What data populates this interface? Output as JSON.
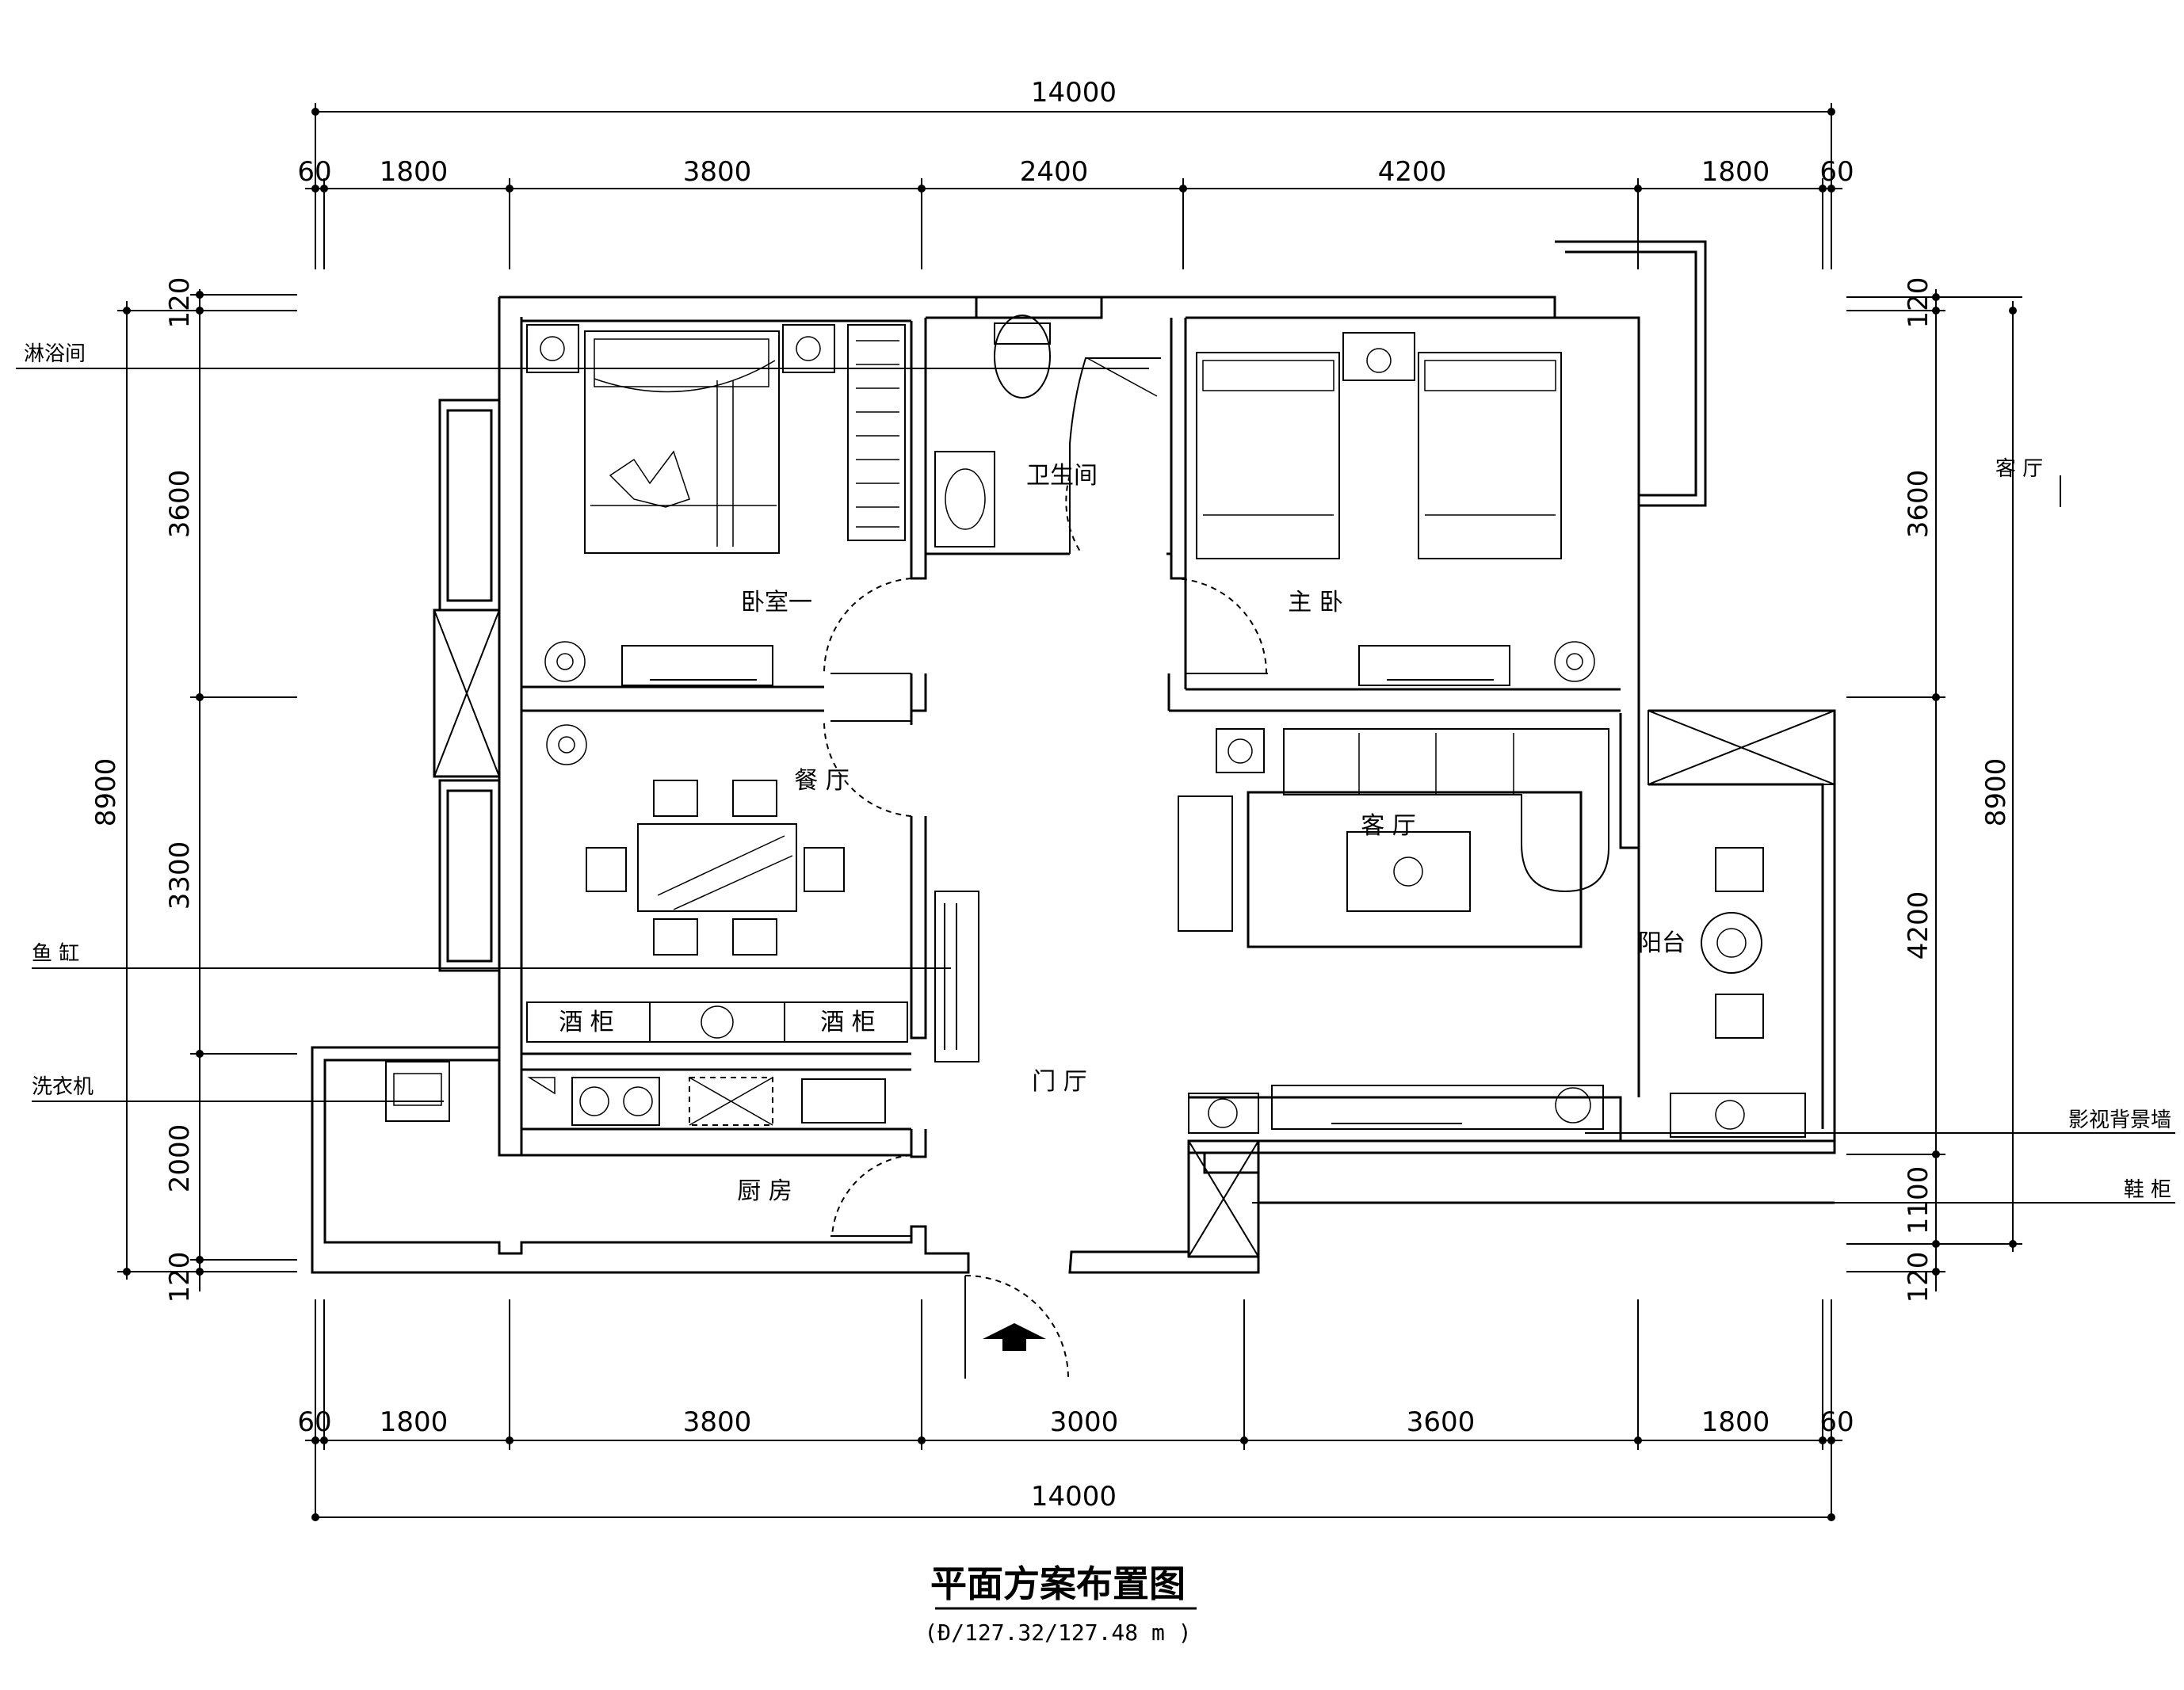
{
  "plan": {
    "title": "平面方案布置图",
    "subtitle": "(Ð/127.32/127.48 m )",
    "dimensions": {
      "top_total": "14000",
      "top_segments": [
        "60",
        "1800",
        "3800",
        "2400",
        "4200",
        "1800",
        "60"
      ],
      "bottom_total": "14000",
      "bottom_segments": [
        "60",
        "1800",
        "3800",
        "3000",
        "3600",
        "1800",
        "60"
      ],
      "left_total": "8900",
      "left_segments": [
        "120",
        "3600",
        "3300",
        "2000",
        "120"
      ],
      "right_total": "8900",
      "right_segments": [
        "120",
        "3600",
        "4200",
        "1100",
        "120"
      ]
    },
    "rooms": {
      "bedroom1": "卧室一",
      "bathroom": "卫生间",
      "master": "主 卧",
      "dining": "餐 厅",
      "living": "客 厅",
      "balcony": "阳台",
      "foyer": "门 厅",
      "kitchen": "厨 房",
      "wine_cabinet": "酒 柜"
    },
    "callouts": {
      "shower": "淋浴间",
      "fish_tank": "鱼 缸",
      "washer": "洗衣机",
      "living_right": "客 厅",
      "tv_wall": "影视背景墙",
      "shoe_cabinet": "鞋 柜"
    }
  }
}
